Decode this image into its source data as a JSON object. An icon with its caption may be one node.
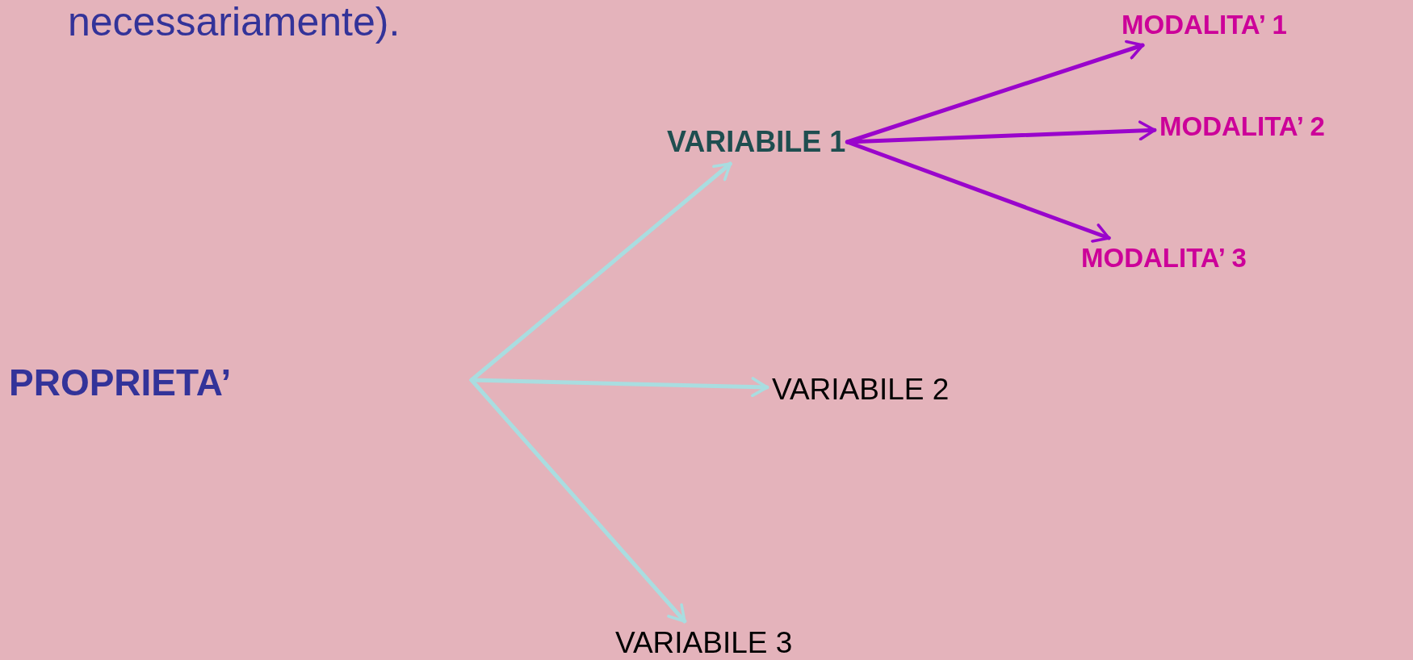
{
  "diagram": {
    "nodes": [
      {
        "text": [
          "PROPRIETA’"
        ]
      },
      {
        "text": [
          "VARIABILE 1"
        ]
      },
      {
        "text": [
          "VARIABILE 2"
        ]
      },
      {
        "text": [
          "VARIABILE 3"
        ]
      },
      {
        "text": [
          "MODALITA’ 1"
        ]
      },
      {
        "text": [
          "MODALITA’ 2"
        ]
      },
      {
        "text": [
          "MODALITA’ 3"
        ]
      }
    ],
    "edges": [
      {
        "from": null,
        "to": 1,
        "arrow": "to",
        "color": "#a9dde0"
      },
      {
        "from": null,
        "to": 2,
        "arrow": "to",
        "color": "#a9dde0"
      },
      {
        "from": null,
        "to": 3,
        "arrow": "to",
        "color": "#a9dde0"
      },
      {
        "from": 1,
        "to": 4,
        "arrow": "to",
        "color": "#9a05cc"
      },
      {
        "from": 1,
        "to": 5,
        "arrow": "to",
        "color": "#9a05cc"
      },
      {
        "from": 1,
        "to": 6,
        "arrow": "to",
        "color": "#9a05cc"
      }
    ],
    "labels": [
      "necessariamente)."
    ]
  }
}
